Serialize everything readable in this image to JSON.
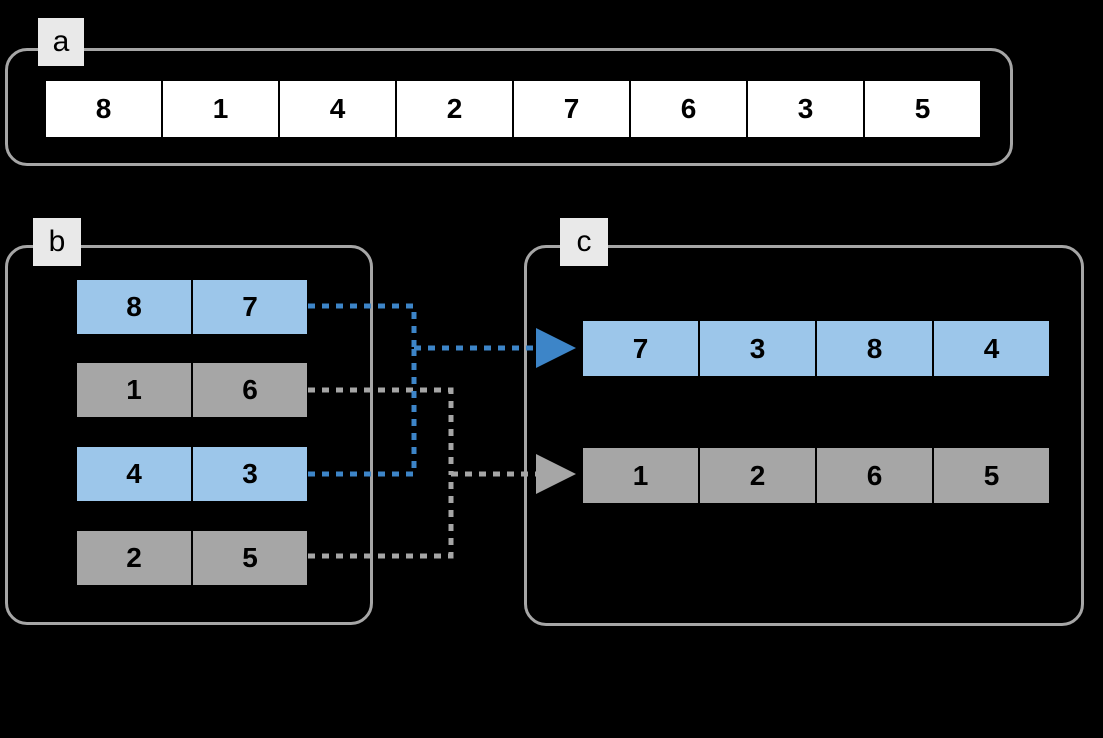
{
  "diagram": {
    "background_color": "#000000",
    "panel_border_color": "#a6a6a6",
    "blue_color": "#9cc6ea",
    "gray_color": "#a6a6a6",
    "white_color": "#ffffff",
    "blue_connector_color": "#3d85c8",
    "gray_connector_color": "#a6a6a6"
  },
  "panels": {
    "a": {
      "label": "a",
      "row": {
        "style": "white",
        "values": [
          "8",
          "1",
          "4",
          "2",
          "7",
          "6",
          "3",
          "5"
        ]
      }
    },
    "b": {
      "label": "b",
      "rows": [
        {
          "style": "blue",
          "values": [
            "8",
            "7"
          ]
        },
        {
          "style": "gray",
          "values": [
            "1",
            "6"
          ]
        },
        {
          "style": "blue",
          "values": [
            "4",
            "3"
          ]
        },
        {
          "style": "gray",
          "values": [
            "2",
            "5"
          ]
        }
      ]
    },
    "c": {
      "label": "c",
      "rows": [
        {
          "style": "blue",
          "values": [
            "7",
            "3",
            "8",
            "4"
          ]
        },
        {
          "style": "gray",
          "values": [
            "1",
            "2",
            "6",
            "5"
          ]
        }
      ]
    }
  },
  "connectors": [
    {
      "name": "blue-from-row1",
      "color": "#3d85c8",
      "from_row": 0,
      "to": "c-blue-row"
    },
    {
      "name": "blue-from-row3",
      "color": "#3d85c8",
      "from_row": 2,
      "to": "c-blue-row"
    },
    {
      "name": "gray-from-row2",
      "color": "#a6a6a6",
      "from_row": 1,
      "to": "c-gray-row"
    },
    {
      "name": "gray-from-row4",
      "color": "#a6a6a6",
      "from_row": 3,
      "to": "c-gray-row"
    }
  ]
}
